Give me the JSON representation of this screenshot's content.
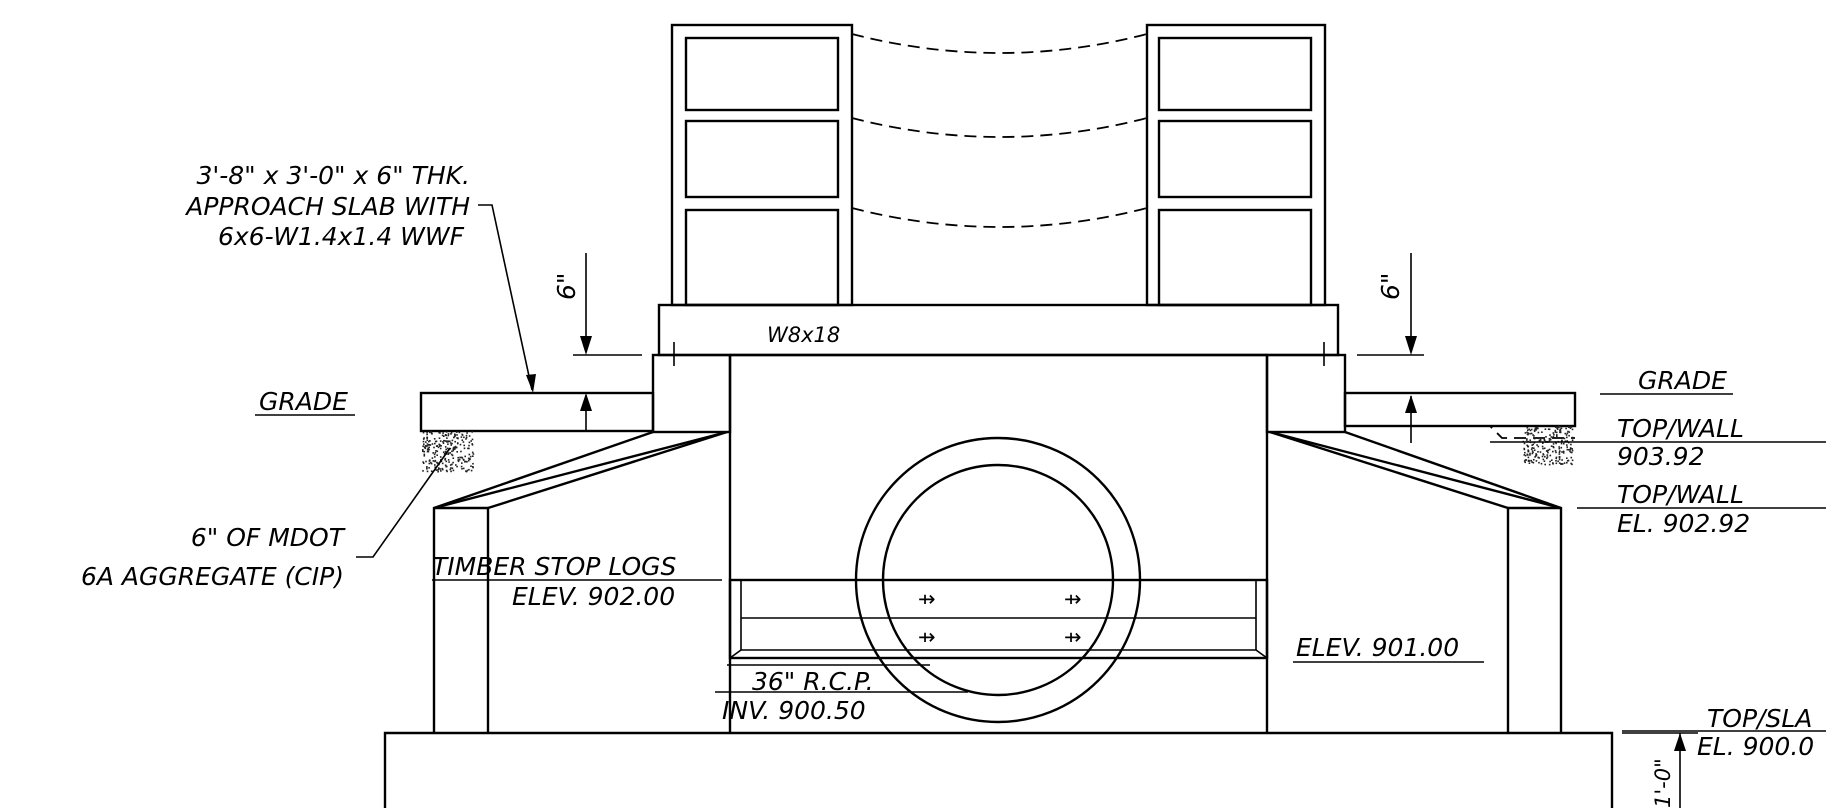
{
  "labels": {
    "slab_note": [
      "3'-8\" x 3'-0\" x 6\" THK.",
      "APPROACH SLAB WITH",
      "6x6-W1.4x1.4 WWF"
    ],
    "grade_left": "GRADE",
    "grade_right": "GRADE",
    "six_inch_left": "6\"",
    "six_inch_right": "6\"",
    "beam": "W8x18",
    "aggregate_note": [
      "6\" OF MDOT",
      "6A AGGREGATE (CIP)"
    ],
    "stop_logs": [
      "TIMBER STOP LOGS",
      "ELEV. 902.00"
    ],
    "pipe": [
      "36\" R.C.P.",
      "INV. 900.50"
    ],
    "elev_901": "ELEV. 901.00",
    "top_wall_1": [
      "TOP/WALL",
      "903.92"
    ],
    "top_wall_2": [
      "TOP/WALL",
      "EL. 902.92"
    ],
    "top_slab": [
      "TOP/SLA",
      "EL. 900.0"
    ],
    "one_foot": "1'-0\""
  }
}
